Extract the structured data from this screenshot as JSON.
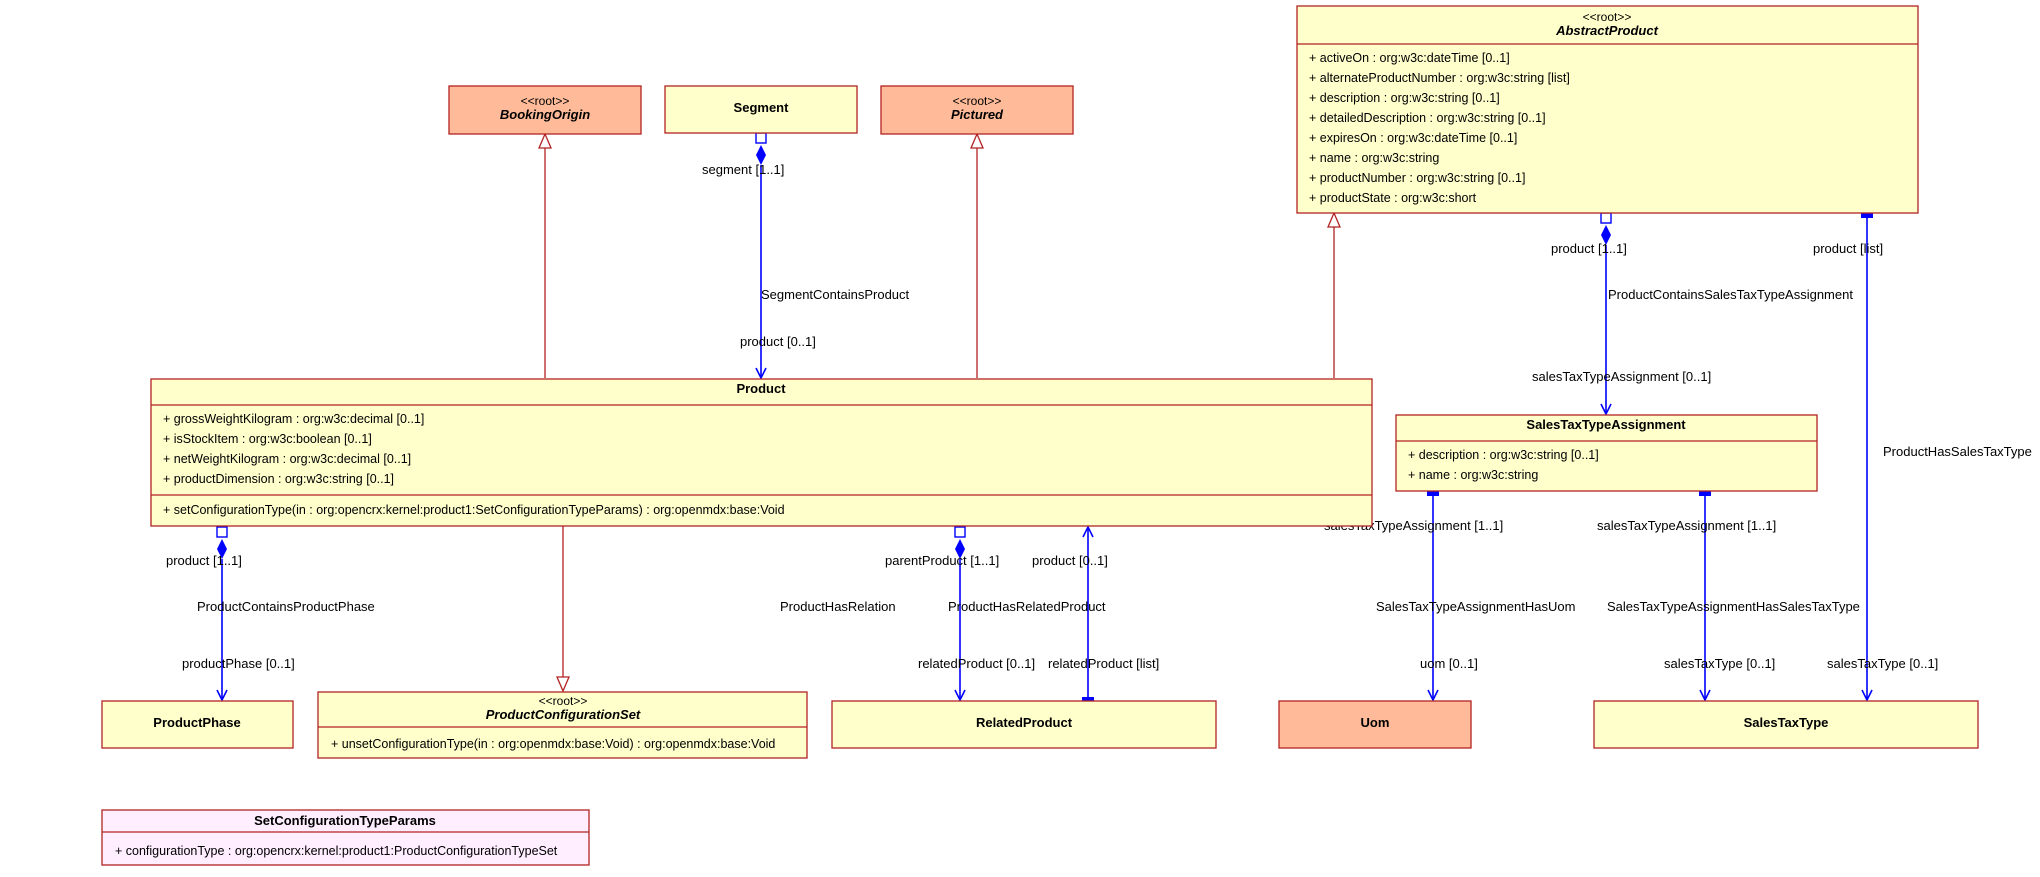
{
  "stereotype": "<<root>>",
  "classes": {
    "abstract_product": {
      "name": "AbstractProduct",
      "attributes": [
        "+ activeOn : org:w3c:dateTime [0..1]",
        "+ alternateProductNumber : org:w3c:string [list]",
        "+ description : org:w3c:string [0..1]",
        "+ detailedDescription : org:w3c:string [0..1]",
        "+ expiresOn : org:w3c:dateTime [0..1]",
        "+ name : org:w3c:string",
        "+ productNumber : org:w3c:string [0..1]",
        "+ productState : org:w3c:short"
      ]
    },
    "booking_origin": {
      "name": "BookingOrigin"
    },
    "segment": {
      "name": "Segment"
    },
    "pictured": {
      "name": "Pictured"
    },
    "product": {
      "name": "Product",
      "attributes": [
        "+ grossWeightKilogram : org:w3c:decimal [0..1]",
        "+ isStockItem : org:w3c:boolean [0..1]",
        "+ netWeightKilogram : org:w3c:decimal [0..1]",
        "+ productDimension : org:w3c:string [0..1]"
      ],
      "operations": [
        "+ setConfigurationType(in : org:opencrx:kernel:product1:SetConfigurationTypeParams) : org:openmdx:base:Void"
      ]
    },
    "sales_tax_type_assignment": {
      "name": "SalesTaxTypeAssignment",
      "attributes": [
        "+ description : org:w3c:string [0..1]",
        "+ name : org:w3c:string"
      ]
    },
    "product_phase": {
      "name": "ProductPhase"
    },
    "product_configuration_set": {
      "name": "ProductConfigurationSet",
      "operations": [
        "+ unsetConfigurationType(in : org:openmdx:base:Void) : org:openmdx:base:Void"
      ]
    },
    "related_product": {
      "name": "RelatedProduct"
    },
    "uom": {
      "name": "Uom"
    },
    "sales_tax_type": {
      "name": "SalesTaxType"
    },
    "set_configuration_type_params": {
      "name": "SetConfigurationTypeParams",
      "attributes": [
        "+ configurationType : org:opencrx:kernel:product1:ProductConfigurationTypeSet"
      ]
    }
  },
  "associations": {
    "segment_contains_product": {
      "name": "SegmentContainsProduct",
      "end_a": "segment [1..1]",
      "end_b": "product [0..1]"
    },
    "product_contains_sales_tax_type_assignment": {
      "name": "ProductContainsSalesTaxTypeAssignment",
      "end_a": "product [1..1]",
      "end_b": "salesTaxTypeAssignment [0..1]"
    },
    "product_has_sales_tax_type": {
      "name": "ProductHasSalesTaxType",
      "end_a": "product [list]",
      "end_b": "salesTaxType [0..1]"
    },
    "product_contains_product_phase": {
      "name": "ProductContainsProductPhase",
      "end_a": "product [1..1]",
      "end_b": "productPhase [0..1]"
    },
    "product_has_relation": {
      "name": "ProductHasRelation",
      "end_a": "product [0..1]",
      "end_b": "relatedProduct [list]"
    },
    "product_has_related_product": {
      "name": "ProductHasRelatedProduct",
      "end_a": "parentProduct [1..1]",
      "end_b": "relatedProduct [0..1]"
    },
    "sales_tax_type_assignment_has_uom": {
      "name": "SalesTaxTypeAssignmentHasUom",
      "end_a": "salesTaxTypeAssignment [1..1]",
      "end_b": "uom [0..1]"
    },
    "sales_tax_type_assignment_has_sales_tax_type": {
      "name": "SalesTaxTypeAssignmentHasSalesTaxType",
      "end_a": "salesTaxTypeAssignment [1..1]",
      "end_b": "salesTaxType [0..1]"
    }
  }
}
